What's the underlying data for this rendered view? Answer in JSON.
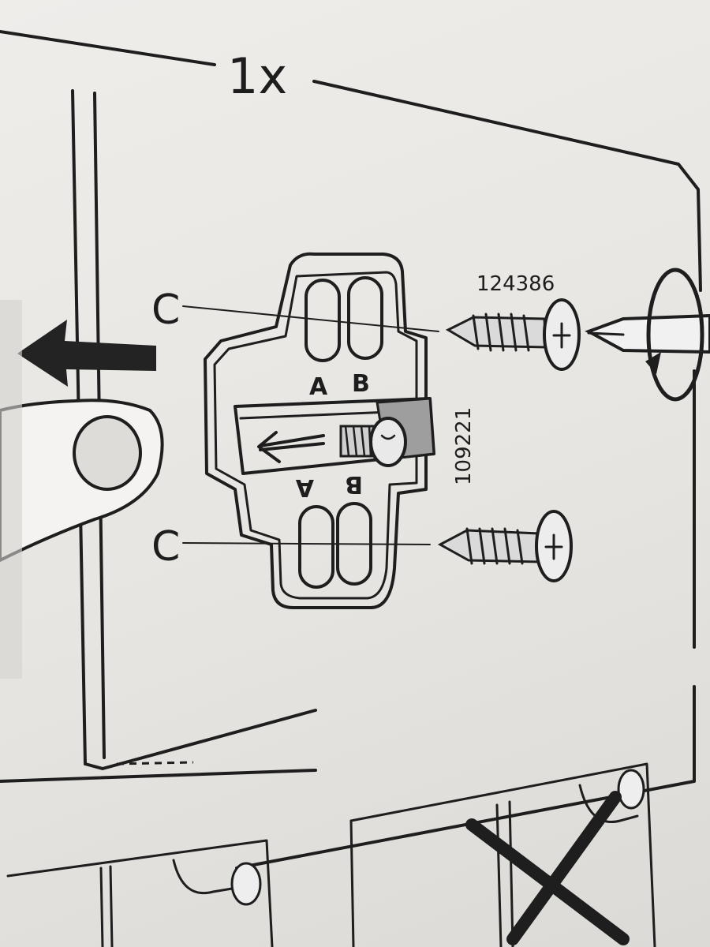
{
  "step": {
    "quantity": "1x"
  },
  "labels": {
    "screw_top_code": "124386",
    "clip_code": "109221",
    "slot_a_top": "A",
    "slot_b_top": "B",
    "slot_a_bottom": "A",
    "slot_b_bottom": "B",
    "hole_top": "C",
    "hole_bottom": "C"
  },
  "icons": [
    "push-arrow-icon",
    "screwdriver-icon",
    "rotate-clockwise-icon",
    "screw-icon",
    "hinge-plate-icon",
    "hand-icon",
    "cross-out-icon"
  ]
}
